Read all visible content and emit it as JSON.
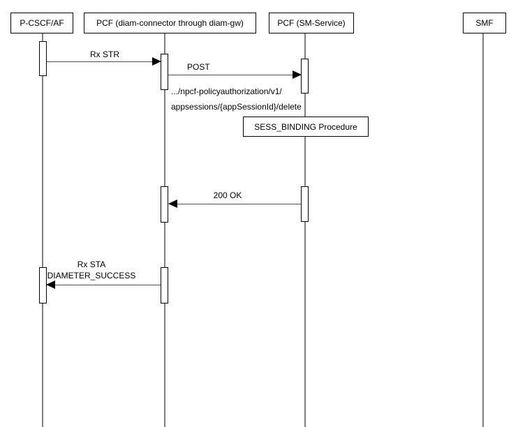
{
  "diagram": {
    "type": "sequence-diagram",
    "participants": [
      {
        "label": "P-CSCF/AF"
      },
      {
        "label": "PCF (diam-connector through diam-gw)"
      },
      {
        "label": "PCF (SM-Service)"
      },
      {
        "label": "SMF"
      }
    ],
    "messages": [
      {
        "label": "Rx STR",
        "from": "P-CSCF/AF",
        "to": "PCF (diam-connector through diam-gw)",
        "direction": "right"
      },
      {
        "label": "POST",
        "sublabels": [
          ".../npcf-policyauthorization/v1/",
          "appsessions/{appSessionId}/delete"
        ],
        "from": "PCF (diam-connector through diam-gw)",
        "to": "PCF (SM-Service)",
        "direction": "right"
      },
      {
        "label": "200 OK",
        "from": "PCF (SM-Service)",
        "to": "PCF (diam-connector through diam-gw)",
        "direction": "left"
      },
      {
        "label": "Rx STA",
        "sublabel": "DIAMETER_SUCCESS",
        "from": "PCF (diam-connector through diam-gw)",
        "to": "P-CSCF/AF",
        "direction": "left"
      }
    ],
    "procedure_box": {
      "label": "SESS_BINDING Procedure"
    },
    "colors": {
      "lifeline": "#7f7f7f",
      "box_border": "#000000",
      "arrow_line": "#4d4d4d",
      "arrowhead": "#000000",
      "text": "#000000",
      "background": "#ffffff"
    }
  }
}
